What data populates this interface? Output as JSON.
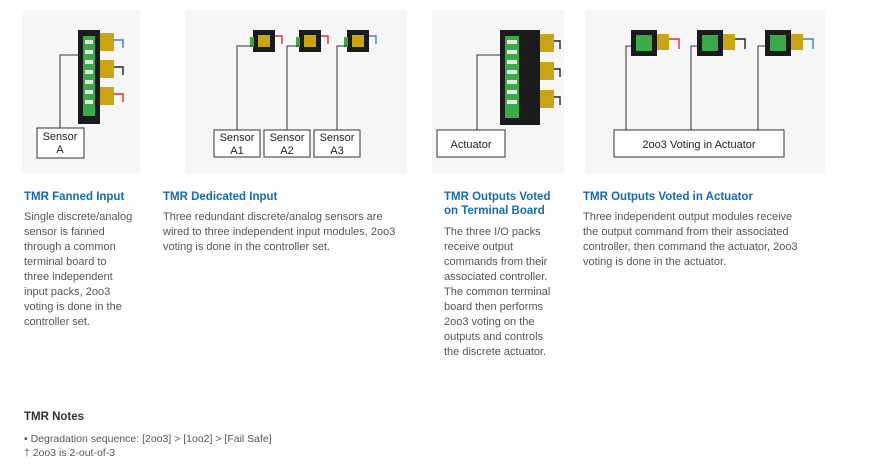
{
  "diagrams": {
    "fanned": {
      "sensor_label_1": "Sensor",
      "sensor_label_2": "A"
    },
    "dedicated": {
      "sensors": [
        {
          "line1": "Sensor",
          "line2": "A1"
        },
        {
          "line1": "Sensor",
          "line2": "A2"
        },
        {
          "line1": "Sensor",
          "line2": "A3"
        }
      ]
    },
    "voted_terminal": {
      "actuator_label": "Actuator"
    },
    "voted_actuator": {
      "actuator_label": "2oo3 Voting in Actuator"
    }
  },
  "columns": [
    {
      "title": "TMR Fanned Input",
      "body_lines": [
        "Single discrete/analog",
        "sensor is fanned",
        "through a common",
        "terminal board to",
        "three independent",
        "input packs, 2oo3",
        "voting is done in the",
        "controller set."
      ]
    },
    {
      "title": "TMR Dedicated Input",
      "body_lines": [
        "Three redundant discrete/analog sensors are",
        "wired to three independent input modules, 2oo3",
        "voting is done in the controller set."
      ]
    },
    {
      "title_lines": [
        "TMR Outputs Voted",
        "on Terminal Board"
      ],
      "body_lines": [
        "The three I/O packs",
        "receive output",
        "commands from their",
        "associated controller.",
        "The common terminal",
        "board then performs",
        "2oo3 voting on the",
        "outputs and controls",
        "the discrete actuator."
      ]
    },
    {
      "title": "TMR Outputs Voted in Actuator",
      "body_lines": [
        "Three independent output modules receive",
        "the output command from their associated",
        "controller, then command the actuator, 2oo3",
        "voting is done in the actuator."
      ]
    }
  ],
  "notes": {
    "title": "TMR Notes",
    "items": [
      "• Degradation sequence: [2oo3] > [1oo2] > [Fail Safe]",
      "† 2oo3 is 2-out-of-3"
    ]
  }
}
